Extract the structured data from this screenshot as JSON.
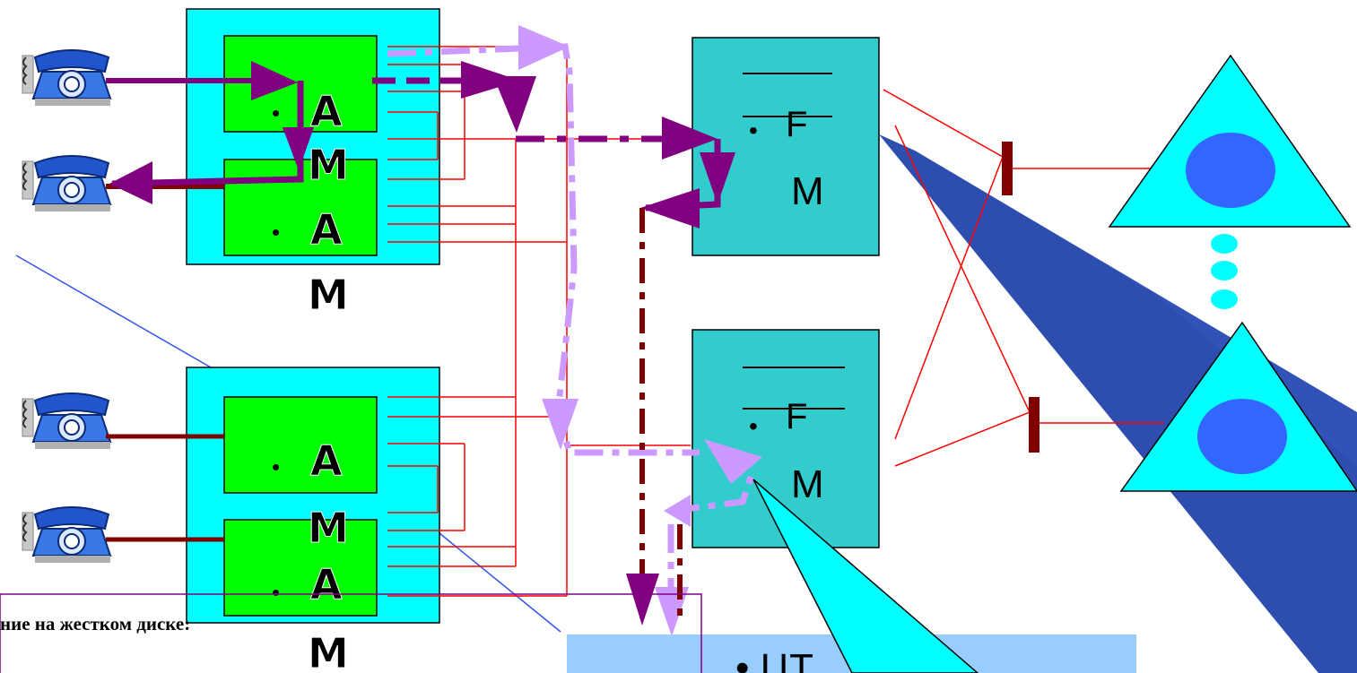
{
  "colors": {
    "module_outer": "#00ffff",
    "module_inner": "#00ff00",
    "switch_box": "#33cccc",
    "wire_red": "#ff0000",
    "dark_red": "#800000",
    "purple": "#800080",
    "lilac": "#cc99ff",
    "triangle": "#00ffff",
    "node_blue": "#3366ff",
    "beam_blue": "#2244aa",
    "bottom_panel": "#99ccff",
    "frame": "#800080"
  },
  "icons": [
    "telephone-icon",
    "telephone-icon",
    "telephone-icon",
    "telephone-icon"
  ],
  "modules": {
    "top": {
      "upper_dot": "•",
      "upper_label": "A",
      "lower_dot": "•",
      "lower_label": "A",
      "mid_label": "M",
      "tail_label": "M"
    },
    "bottom": {
      "upper_dot": "•",
      "upper_label": "A",
      "lower_dot": "•",
      "lower_label": "A",
      "mid_label": "M",
      "tail_label": "M"
    }
  },
  "switches": {
    "top": {
      "dot": "•",
      "symbol": "F",
      "letter": "M"
    },
    "bottom": {
      "dot": "•",
      "symbol": "F",
      "letter": "M"
    }
  },
  "caption_fragment": "ние на жестком  диске:",
  "bottom_panel_text": "• ЦТ"
}
